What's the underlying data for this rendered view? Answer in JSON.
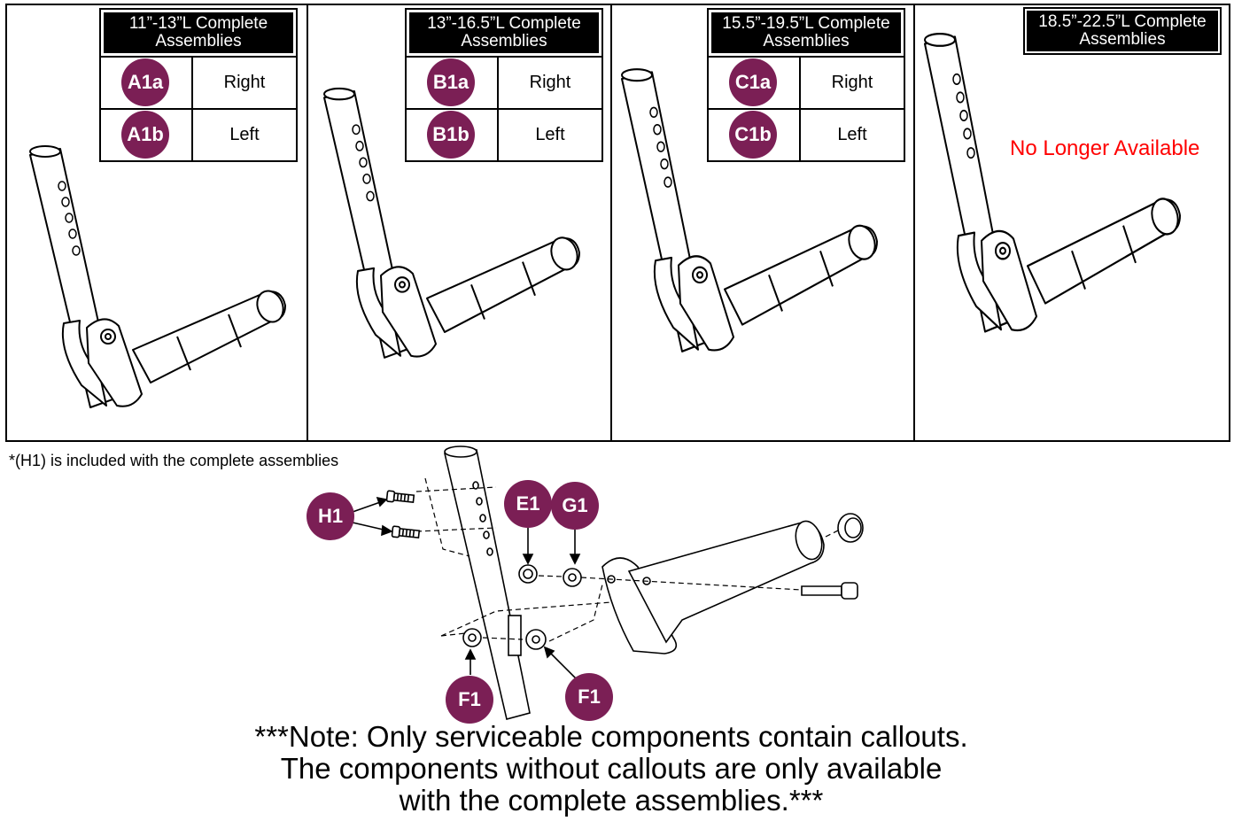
{
  "panels": [
    {
      "title_line1": "11”-13”L Complete",
      "title_line2": "Assemblies",
      "rows": [
        {
          "badge": "A1a",
          "side": "Right"
        },
        {
          "badge": "A1b",
          "side": "Left"
        }
      ]
    },
    {
      "title_line1": "13”-16.5”L Complete",
      "title_line2": "Assemblies",
      "rows": [
        {
          "badge": "B1a",
          "side": "Right"
        },
        {
          "badge": "B1b",
          "side": "Left"
        }
      ]
    },
    {
      "title_line1": "15.5”-19.5”L Complete",
      "title_line2": "Assemblies",
      "rows": [
        {
          "badge": "C1a",
          "side": "Right"
        },
        {
          "badge": "C1b",
          "side": "Left"
        }
      ]
    },
    {
      "title_line1": "18.5”-22.5”L Complete",
      "title_line2": "Assemblies",
      "status": "No Longer Available"
    }
  ],
  "footnote": "*(H1) is included with the complete assemblies",
  "callouts": {
    "h1": "H1",
    "e1": "E1",
    "g1": "G1",
    "f1_left": "F1",
    "f1_right": "F1"
  },
  "note": {
    "line1": "***Note: Only serviceable components contain callouts.",
    "line2": "The components without callouts are only available",
    "line3": "with the complete assemblies.***"
  },
  "colors": {
    "badge": "#7b1f55",
    "status_text": "#ff0000"
  }
}
